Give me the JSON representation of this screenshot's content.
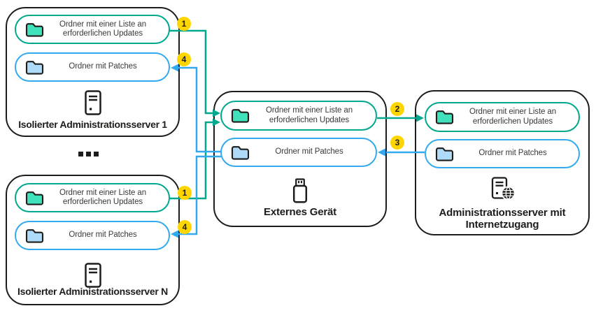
{
  "colors": {
    "teal": "#00a88e",
    "tealFill": "#40e2bc",
    "blue": "#33aaee",
    "blueFill": "#aedcf8",
    "yellow": "#ffd500",
    "ink": "#1d1d1b",
    "text": "#3a3a3a"
  },
  "boxes": {
    "server1": {
      "title": "Isolierter Administrationsserver 1",
      "icon": "server-tower-icon",
      "updates_label": "Ordner mit einer Liste an erforderlichen Updates",
      "patches_label": "Ordner mit Patches"
    },
    "serverN": {
      "title": "Isolierter Administrationsserver N",
      "icon": "server-tower-icon",
      "updates_label": "Ordner mit einer Liste an erforderlichen Updates",
      "patches_label": "Ordner mit Patches"
    },
    "external": {
      "title": "Externes Gerät",
      "icon": "usb-drive-icon",
      "updates_label": "Ordner mit einer Liste an erforderlichen Updates",
      "patches_label": "Ordner mit Patches"
    },
    "internet": {
      "title": "Administrationsserver mit Internetzugang",
      "icon": "server-globe-icon",
      "updates_label": "Ordner mit einer Liste an erforderlichen Updates",
      "patches_label": "Ordner mit Patches"
    }
  },
  "badges": {
    "step1_top": "1",
    "step4_top": "4",
    "step1_bottom": "1",
    "step4_bottom": "4",
    "step2": "2",
    "step3": "3"
  },
  "separator": {
    "label": "..."
  }
}
